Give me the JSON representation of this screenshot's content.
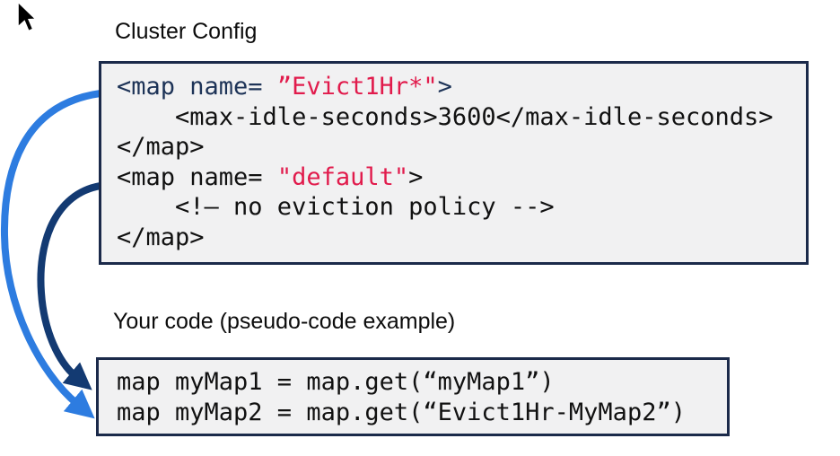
{
  "titles": {
    "cluster_config": "Cluster Config",
    "your_code": "Your code (pseudo-code example)"
  },
  "cluster_config_code": [
    [
      {
        "t": "<map name= ",
        "c": "tag"
      },
      {
        "t": "”Evict1Hr*\"",
        "c": "string"
      },
      {
        "t": ">",
        "c": "tag"
      }
    ],
    [
      {
        "t": "    <max-idle-seconds>3600</max-idle-seconds>",
        "c": "plain"
      }
    ],
    [
      {
        "t": "</map>",
        "c": "plain"
      }
    ],
    [
      {
        "t": "<map name= ",
        "c": "plain"
      },
      {
        "t": "\"default\"",
        "c": "string"
      },
      {
        "t": ">",
        "c": "plain"
      }
    ],
    [
      {
        "t": "    <!– no eviction policy -->",
        "c": "plain"
      }
    ],
    [
      {
        "t": "</map>",
        "c": "plain"
      }
    ]
  ],
  "your_code_code": [
    [
      {
        "t": "map myMap1 = map.get(“myMap1”)",
        "c": "plain"
      }
    ],
    [
      {
        "t": "map myMap2 = map.get(“Evict1Hr-MyMap2”)",
        "c": "plain"
      }
    ]
  ],
  "arrows": {
    "evict_map_to_mymap2": "Evict1Hr* config applies to Evict1Hr-MyMap2",
    "default_map_to_mymap1": "default config applies to myMap1"
  },
  "colors": {
    "plain": "#111111",
    "tag": "#1d3357",
    "string": "#e11b4c",
    "box_border": "#1b2a4a",
    "box_bg": "#f1f1f2",
    "arrow_blue": "#2d7ce0",
    "arrow_navy": "#133a72",
    "cursor_black": "#000000"
  }
}
